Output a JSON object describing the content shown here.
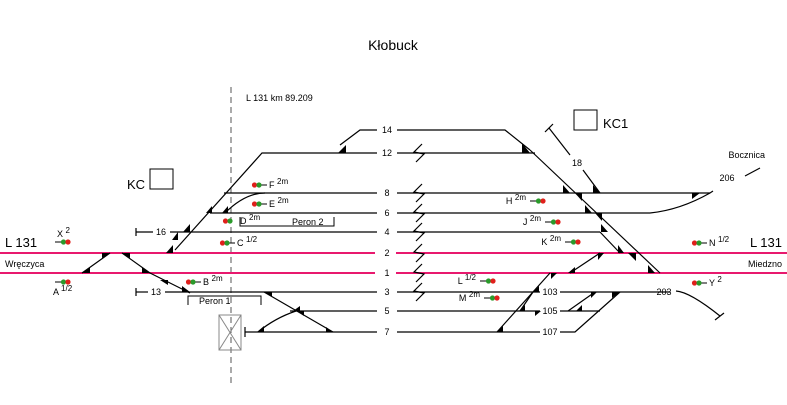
{
  "title": "Kłobuck",
  "km_marker": "L 131  km  89.209",
  "left_line": {
    "line": "L 131",
    "direction": "Wręczyca"
  },
  "right_line": {
    "line": "L 131",
    "direction": "Miedzno"
  },
  "siding": {
    "label": "Bocznica",
    "track": "206"
  },
  "control_posts": [
    "KC",
    "KC1"
  ],
  "tracks": {
    "t14": "14",
    "t12": "12",
    "t8": "8",
    "t6": "6",
    "t4": "4",
    "t2": "2",
    "t1": "1",
    "t3": "3",
    "t5": "5",
    "t7": "7",
    "t16": "16",
    "t13": "13",
    "t18": "18",
    "t103": "103",
    "t105": "105",
    "t107": "107",
    "t203": "203"
  },
  "platforms": [
    "Peron 1",
    "Peron 2"
  ],
  "signals": [
    {
      "id": "X",
      "sup": "2"
    },
    {
      "id": "A",
      "sup": "1/2"
    },
    {
      "id": "B",
      "sup": "2m"
    },
    {
      "id": "C",
      "sup": "1/2"
    },
    {
      "id": "D",
      "sup": "2m"
    },
    {
      "id": "E",
      "sup": "2m"
    },
    {
      "id": "F",
      "sup": "2m"
    },
    {
      "id": "H",
      "sup": "2m"
    },
    {
      "id": "J",
      "sup": "2m"
    },
    {
      "id": "K",
      "sup": "2m"
    },
    {
      "id": "L",
      "sup": "1/2"
    },
    {
      "id": "M",
      "sup": "2m"
    },
    {
      "id": "N",
      "sup": "1/2"
    },
    {
      "id": "Y",
      "sup": "2"
    }
  ],
  "colors": {
    "main_track": "#e8196e",
    "signal_red": "#e0201c",
    "signal_green": "#2a9a2a"
  }
}
